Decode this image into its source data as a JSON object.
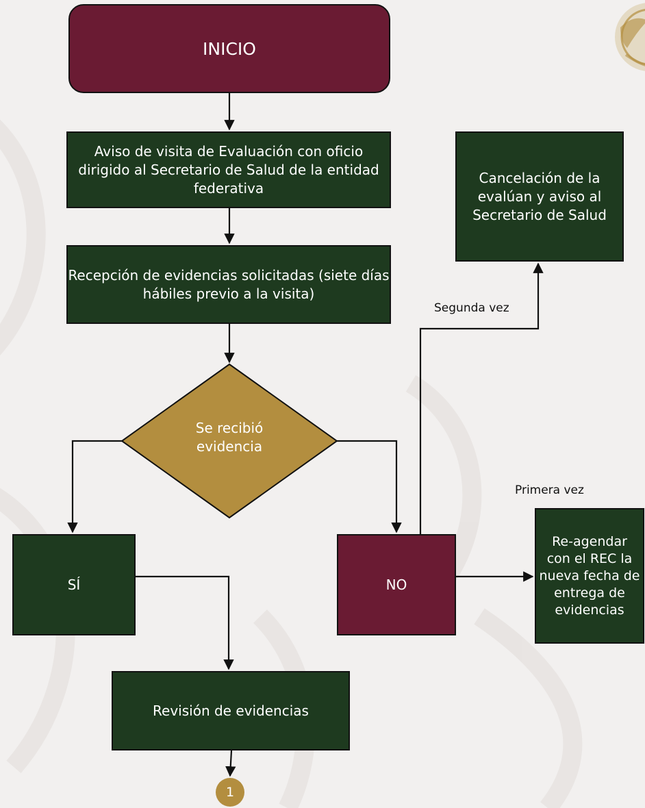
{
  "nodes": {
    "inicio": "INICIO",
    "aviso": "Aviso de visita de Evaluación con oficio dirigido al Secretario de Salud de la entidad federativa",
    "recepcion": "Recepción de evidencias solicitadas (siete días hábiles previo a la visita)",
    "decision": "Se recibió evidencia",
    "si": "SÍ",
    "no": "NO",
    "cancelacion": "Cancelación de la evalúan y aviso al Secretario de Salud",
    "reagendar": "Re-agendar con el REC la nueva fecha de entrega de evidencias",
    "revision": "Revisión de evidencias"
  },
  "edge_labels": {
    "segunda": "Segunda vez",
    "primera": "Primera vez"
  },
  "connector": "1",
  "colors": {
    "dark_green": "#1e3a1f",
    "maroon": "#6a1b33",
    "gold": "#b38e3f",
    "background": "#f2f0ef"
  }
}
